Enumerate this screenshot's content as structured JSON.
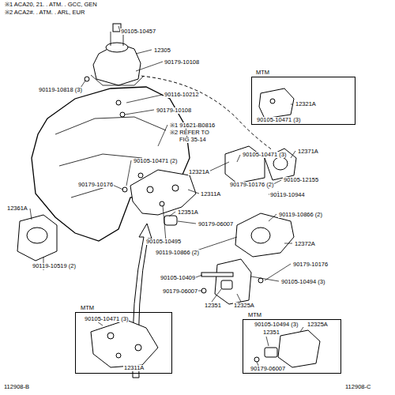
{
  "diagram": {
    "nodes": [
      {
        "text": [
          "MTM",
          "12321A",
          "90105-10471 (3)"
        ]
      },
      {
        "text": [
          "MTM",
          "90105-10471 (3)",
          "12311A"
        ]
      },
      {
        "text": [
          "MTM",
          "90105-10494 (3)",
          "12325A",
          "12351",
          "90179-06007"
        ]
      }
    ],
    "labels": [
      "※1  ACA20, 21. . ATM. . GCC, GEN",
      "※2  ACA2#. . ATM. . ARL, EUR",
      "90105-10457",
      "12305",
      "90179-10108",
      "90119-10818 (3)",
      "90116-10212",
      "90179-10108",
      "※1 91621-B0816",
      "※2 REFER TO",
      "FIG 35-14",
      "90105-10471 (3)",
      "12371A",
      "90105-10471 (2)",
      "90179-10176",
      "12321A",
      "12311A",
      "90179-10176 (2)",
      "90105-12155",
      "90119-10944",
      "12361A",
      "12351A",
      "90179-06007",
      "90119-10866 (2)",
      "12372A",
      "90105-10495",
      "90119-10866 (2)",
      "90119-10519 (2)",
      "90179-10176",
      "90105-10409",
      "90105-10494 (3)",
      "90179-06007",
      "12351",
      "12325A",
      "112908-B",
      "112908-C"
    ]
  }
}
